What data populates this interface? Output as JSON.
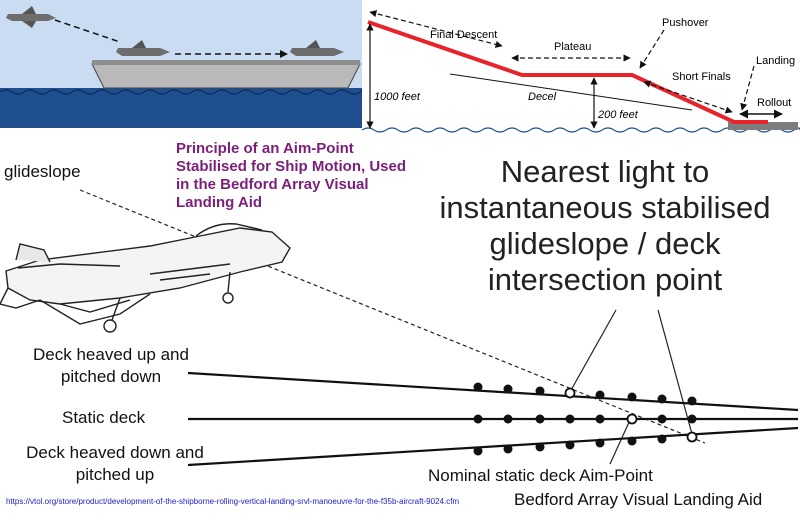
{
  "colors": {
    "sky": "#c9dcf2",
    "sea": "#1f4f8f",
    "profile_line": "#e8232a",
    "caption_purple": "#7b1f7b",
    "url_blue": "#1a1acc"
  },
  "profile": {
    "labels": {
      "final_descent": "Final Descent",
      "plateau": "Plateau",
      "pushover": "Pushover",
      "landing": "Landing",
      "short_finals": "Short Finals",
      "decel": "Decel",
      "rollout": "Rollout",
      "alt_1000": "1000 feet",
      "alt_200": "200 feet"
    }
  },
  "caption": {
    "line1": "Principle of an Aim-Point",
    "line2": "Stabilised for Ship Motion, Used",
    "line3": "in the Bedford Array Visual",
    "line4": "Landing Aid"
  },
  "headline": {
    "line1": "Nearest light to",
    "line2": "instantaneous stabilised",
    "line3": "glideslope / deck",
    "line4": "intersection point"
  },
  "labels": {
    "glideslope": "glideslope",
    "deck_up_1": "Deck heaved up and",
    "deck_up_2": "pitched down",
    "static_deck": "Static deck",
    "deck_down_1": "Deck heaved down and",
    "deck_down_2": "pitched up",
    "nominal_aim_point": "Nominal static deck Aim-Point",
    "bedford_array": "Bedford Array Visual Landing Aid"
  },
  "source_url": "https://vtol.org/store/product/development-of-the-shipborne-rolling-vertical-landing-srvl-manoeuvre-for-the-f35b-aircraft-9024.cfm"
}
